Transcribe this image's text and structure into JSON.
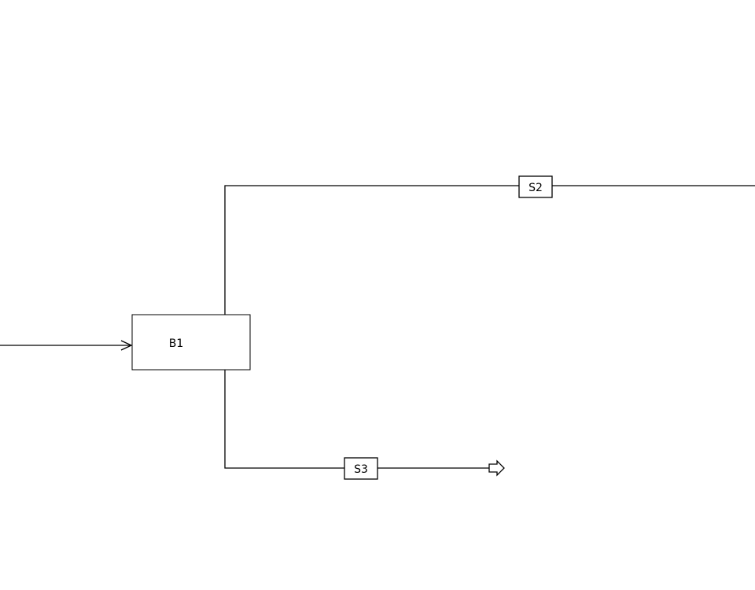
{
  "blocks": [
    {
      "id": "B1",
      "label": "B1"
    }
  ],
  "streams": [
    {
      "id": "S2",
      "label": "S2"
    },
    {
      "id": "S3",
      "label": "S3"
    }
  ]
}
